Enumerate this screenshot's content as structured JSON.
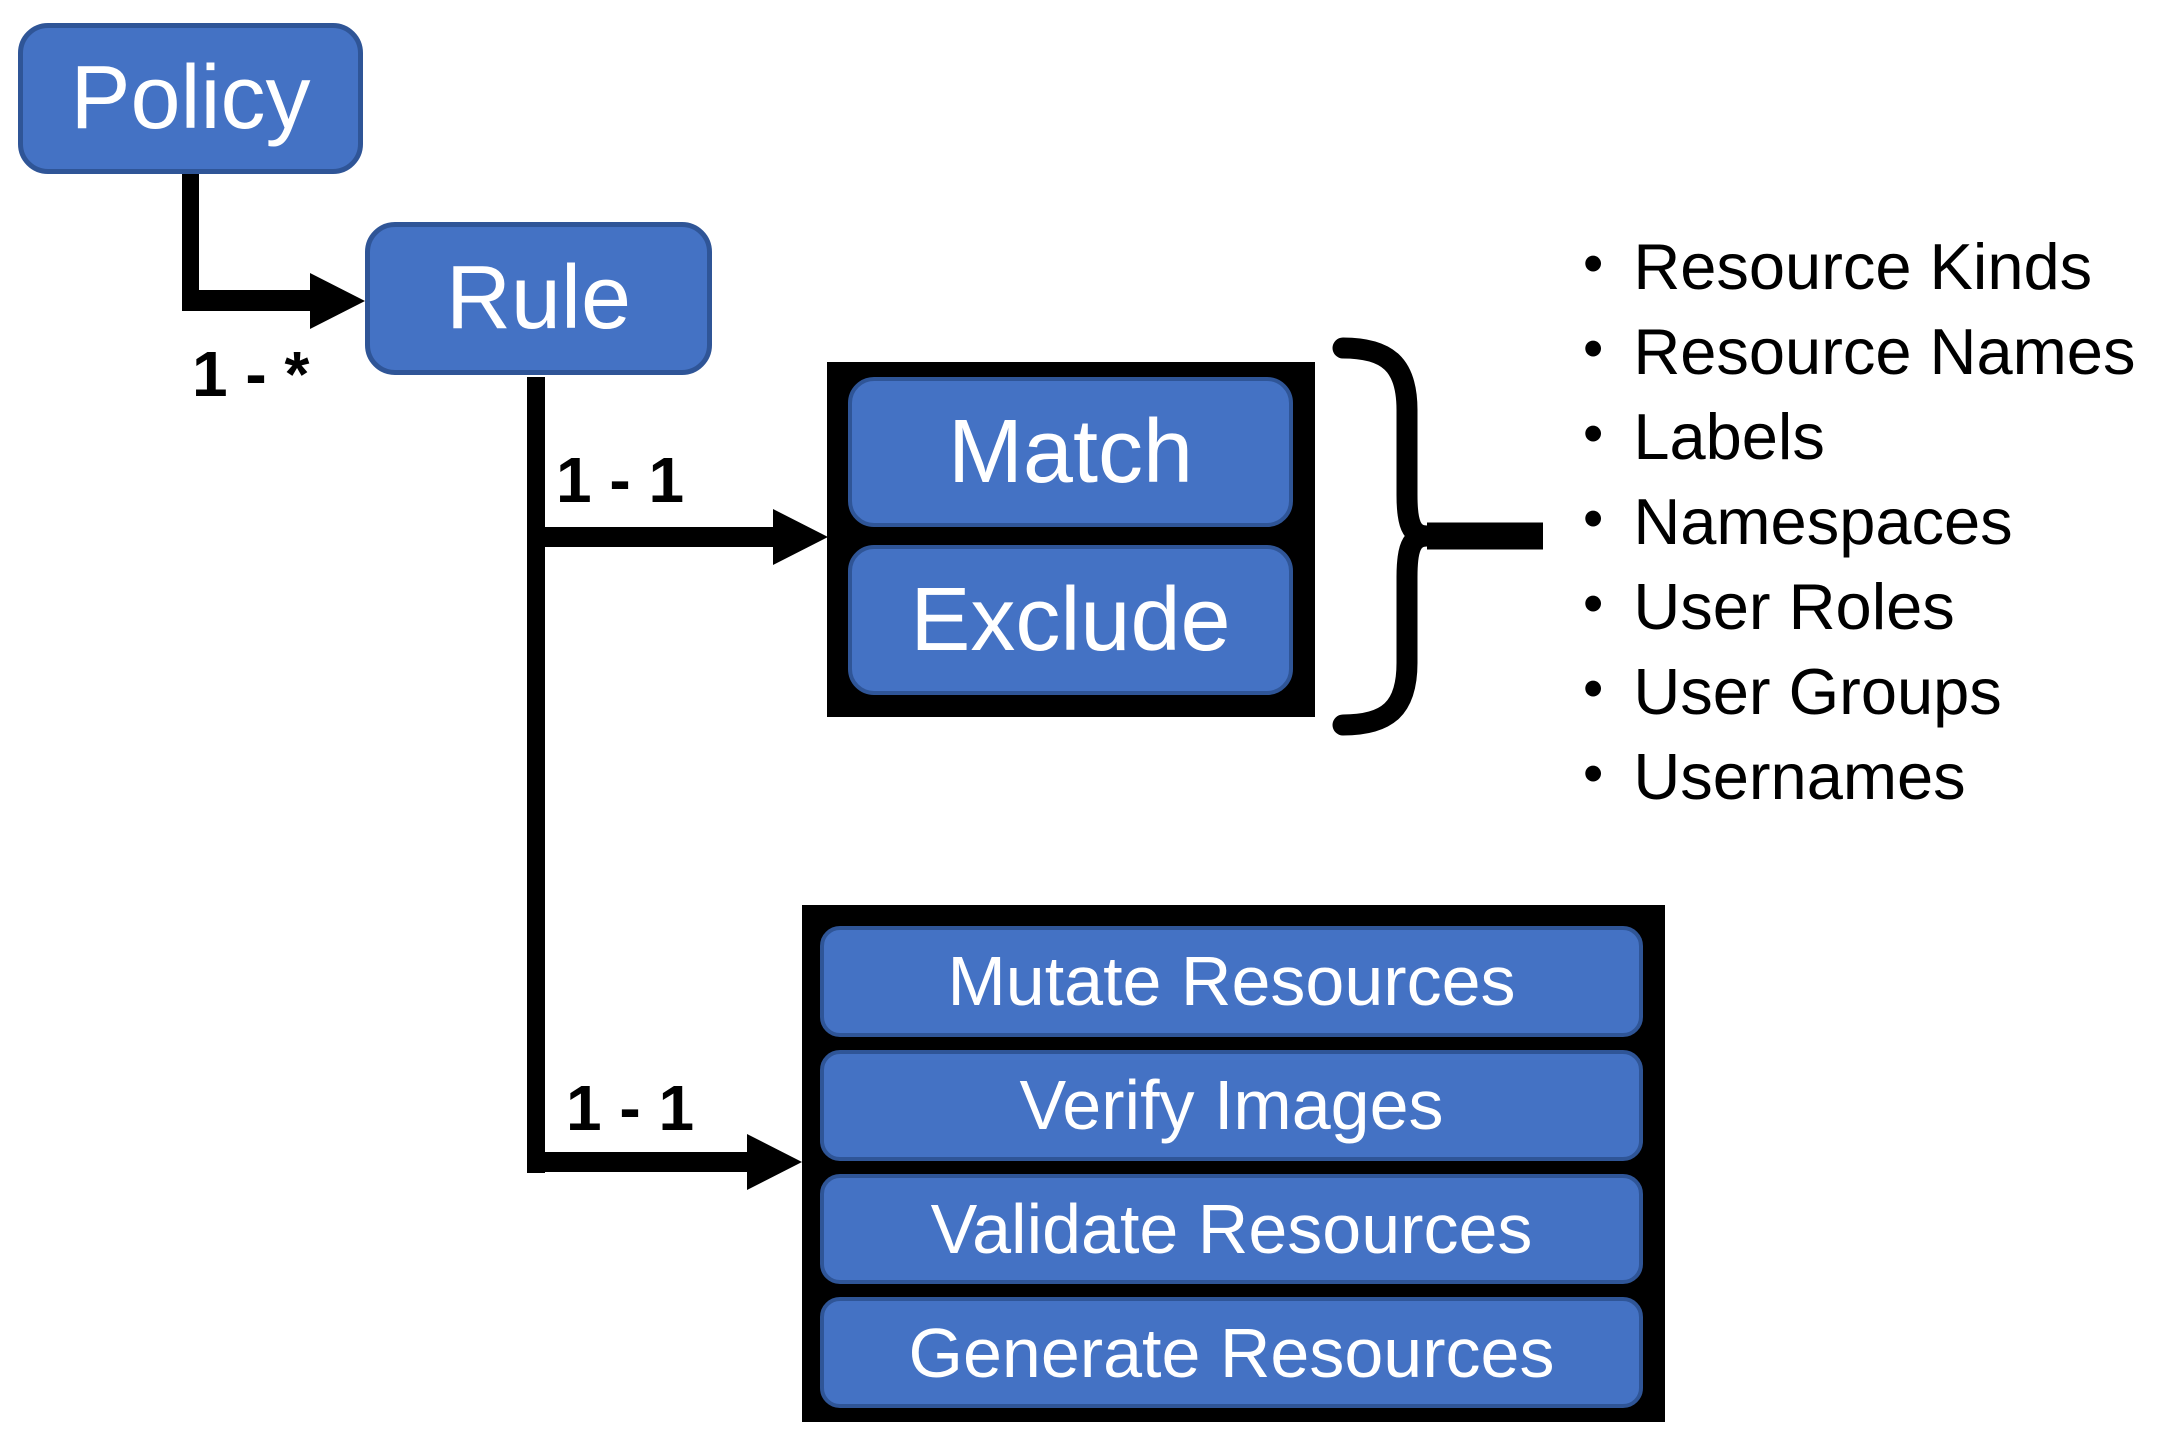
{
  "diagram": {
    "nodes": {
      "policy": "Policy",
      "rule": "Rule"
    },
    "edge_labels": {
      "policy_to_rule": "1 - *",
      "rule_to_match": "1 - 1",
      "rule_to_actions": "1 - 1"
    },
    "match_group": [
      "Match",
      "Exclude"
    ],
    "actions_group": [
      "Mutate Resources",
      "Verify Images",
      "Validate Resources",
      "Generate Resources"
    ],
    "match_attributes": [
      "Resource Kinds",
      "Resource Names",
      "Labels",
      "Namespaces",
      "User Roles",
      "User Groups",
      "Usernames"
    ],
    "icons": {
      "bullet": "•",
      "brace": "curly-brace"
    },
    "colors": {
      "node_fill": "#4472C4",
      "node_border": "#2F5597",
      "connector": "#000000",
      "background": "#FFFFFF"
    }
  }
}
